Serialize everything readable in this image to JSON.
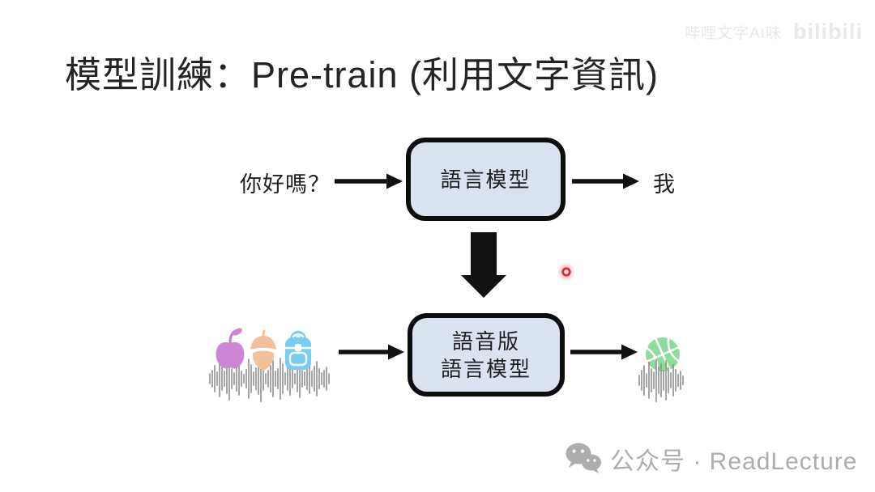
{
  "slide": {
    "title": "模型訓練：Pre-train (利用文字資訊)",
    "watermark": {
      "channel": "哔哩文字AI味",
      "platform": "bilibili"
    },
    "footer": {
      "label": "公众号 · ReadLecture"
    }
  },
  "diagram": {
    "text_flow": {
      "input": "你好嗎？",
      "model": "語言模型",
      "output": "我"
    },
    "speech_flow": {
      "model_line1": "語音版",
      "model_line2": "語言模型",
      "input_icons": [
        "apple-icon",
        "acorn-icon",
        "backpack-icon",
        "audio-waveform"
      ],
      "output_icons": [
        "basketball-icon",
        "audio-waveform"
      ]
    },
    "icons": {
      "down_arrow": "down-arrow-icon",
      "laser_pointer": "laser-pointer-dot",
      "wechat": "wechat-icon"
    },
    "colors": {
      "box_fill": "#dbe3f0",
      "box_border": "#0d0d0d",
      "arrow": "#111111",
      "laser_dot": "#e62222",
      "apple": "#cd86d6",
      "acorn": "#f2c09a",
      "backpack": "#79cdf4",
      "basketball": "#8cdc9a",
      "waveform": "#8f8f8f",
      "footer_gray": "#adadad",
      "watermark_gray": "#e9e9e9"
    }
  }
}
